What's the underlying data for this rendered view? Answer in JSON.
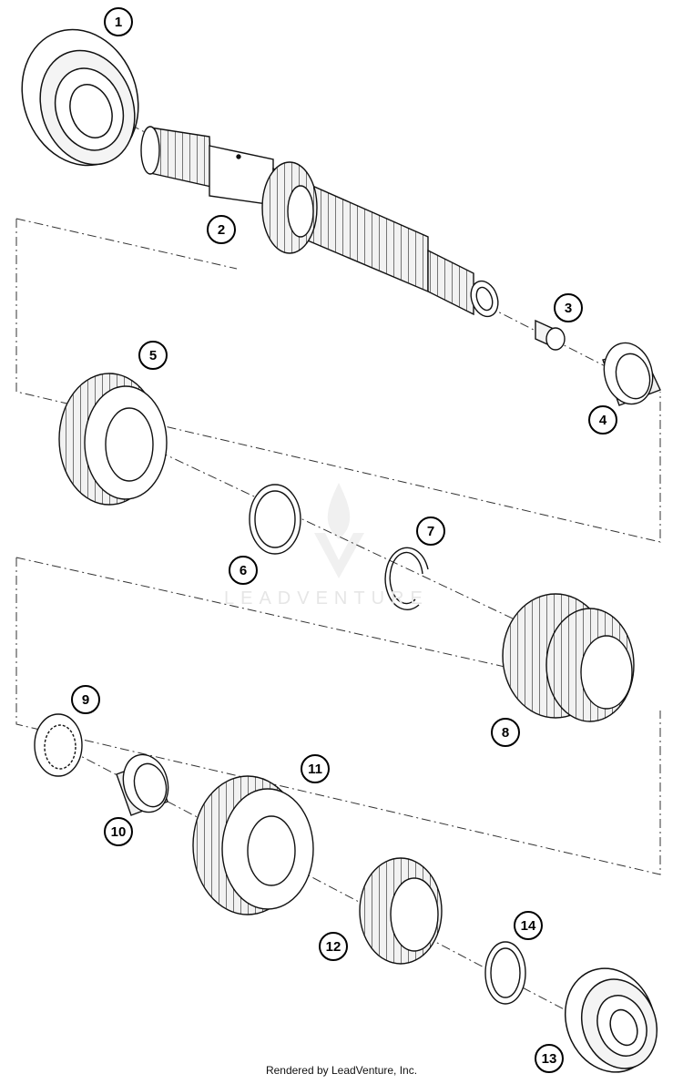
{
  "callouts": [
    "1",
    "2",
    "3",
    "4",
    "5",
    "6",
    "7",
    "8",
    "9",
    "10",
    "11",
    "12",
    "13",
    "14"
  ],
  "watermark": {
    "text": "LEADVENTURE"
  },
  "footer": {
    "text": "Rendered by LeadVenture, Inc."
  }
}
